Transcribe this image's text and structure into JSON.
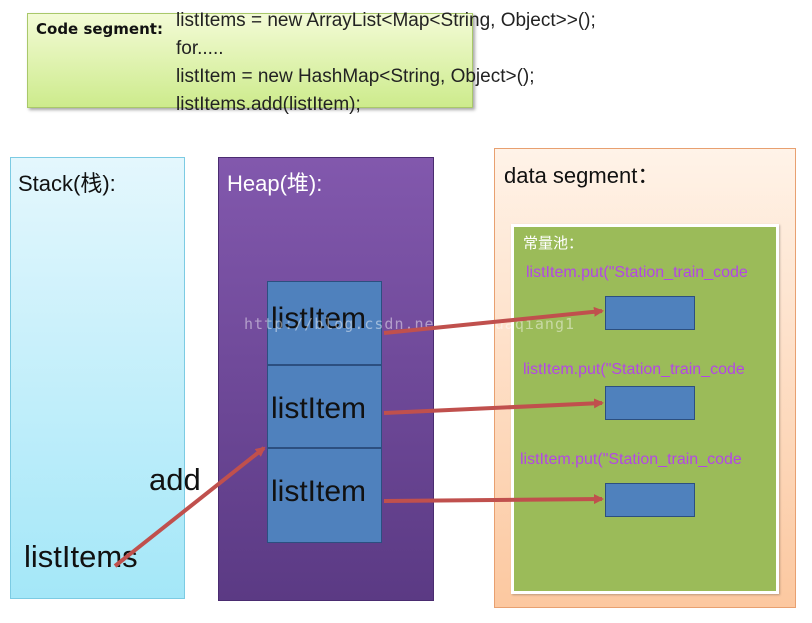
{
  "code_segment": {
    "label": "Code segment:",
    "lines": [
      "listItems = new ArrayList<Map<String, Object>>();",
      "for.....",
      "listItem = new HashMap<String, Object>();",
      "listItems.add(listItem);"
    ]
  },
  "stack": {
    "title": "Stack(栈):",
    "variable": "listItems"
  },
  "heap": {
    "title": "Heap(堆):",
    "cells": [
      "listItem",
      "listItem",
      "listItem"
    ]
  },
  "data_segment": {
    "title": "data segment：",
    "pool_title": "常量池：",
    "puts": [
      "listItem.put(\"Station_train_code",
      "listItem.put(\"Station_train_code",
      "listItem.put(\"Station_train_code"
    ]
  },
  "arrow_label": "add",
  "watermark": "http://blog.csdn.net/sunhuaqiang1",
  "colors": {
    "arrow": "#c0504d",
    "heap_cell": "#4f81bd",
    "pool": "#9bbb59",
    "put_text": "#b347e6"
  }
}
